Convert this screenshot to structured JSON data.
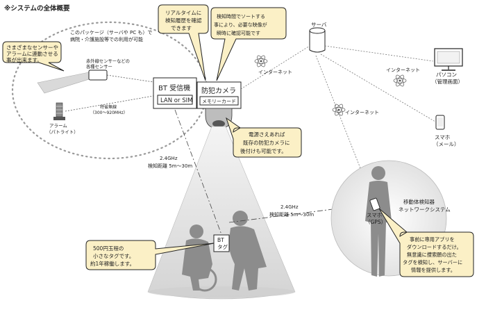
{
  "title": "※システムの全体概要",
  "package_note": [
    "このパッケージ（サーバや PC も）で",
    "病院・介護施設等での利用が可能"
  ],
  "callouts": {
    "sensors": [
      "さまざまなセンサーや",
      "アラームに連動させる",
      "事が出来ます。"
    ],
    "realtime": [
      "リアルタイムに",
      "検知履歴を確認",
      "できます"
    ],
    "sort": [
      "検知時間でソートする",
      "事により、必要な映像が",
      "瞬時に確認可能です"
    ],
    "power": [
      "電源さえあれば",
      "既存の防犯カメラに",
      "後付けも可能です。"
    ],
    "tag": [
      "500円玉程の",
      "小さなタグです。",
      "約1年稼働します。"
    ],
    "app": [
      "事前に専用アプリを",
      "ダウンロードするだけ。",
      "無意識に捜索願の出た",
      "タグを検知し、サーバーに",
      "情報を提供します。"
    ]
  },
  "devices": {
    "ir_sensor": [
      "赤外線センサーなどの",
      "各種センサー"
    ],
    "wireless": [
      "特省無線",
      "（300〜920MHz）"
    ],
    "alarm": [
      "アラーム",
      "（パトライト）"
    ],
    "bt_receiver": "BT 受信機",
    "lan_sim": "LAN or SIM",
    "camera": "防犯カメラ",
    "memory_card": "メモリーカード",
    "server": "サーバ",
    "pc": [
      "パソコン",
      "（管理画面）"
    ],
    "smartphone_mail": [
      "スマホ",
      "（メール）"
    ],
    "bt_tag": [
      "BT",
      "タグ"
    ],
    "smartphone_gps": [
      "スマホ",
      "（GPS）"
    ],
    "mobile_system": [
      "移動体検知器",
      "ネットワークシステム"
    ]
  },
  "links": {
    "internet_1": "インターネット",
    "internet_2": "インターネット",
    "internet_3": "インターネット",
    "range_camera": [
      "2.4GHz",
      "検知距離 5m〜30m"
    ],
    "range_phone": [
      "2.4GHz",
      "検知距離 5m〜30m"
    ]
  },
  "colors": {
    "callout_fill": "#fbf0c6",
    "outline": "#222222",
    "silhouette": "#8a8a8a",
    "cone": "#e6e6e6"
  }
}
